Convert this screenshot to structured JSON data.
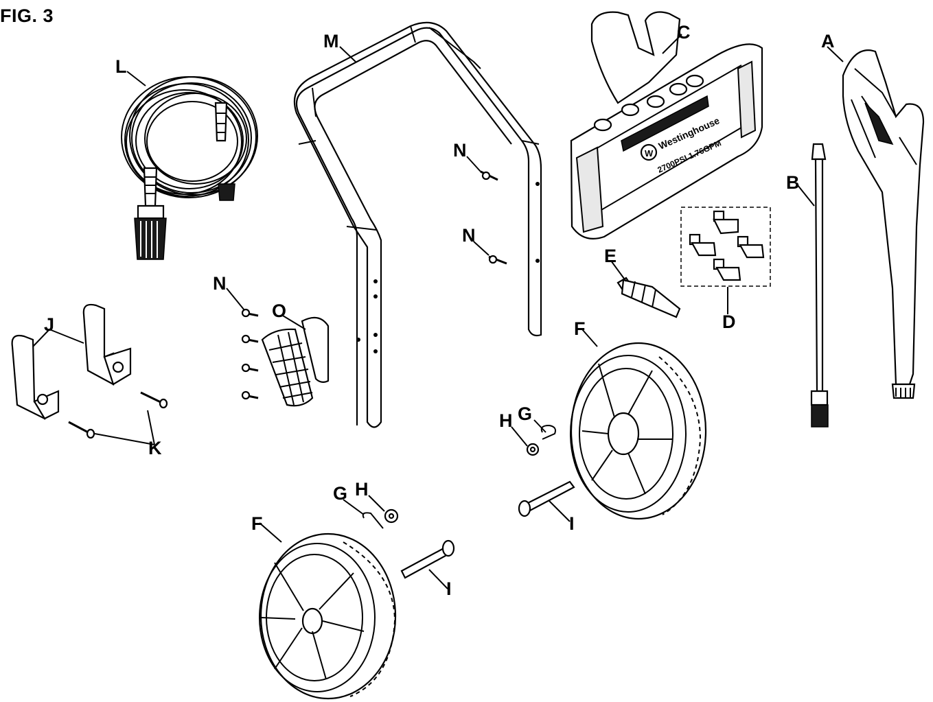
{
  "figure": {
    "title": "FIG. 3",
    "brand_text": "Westinghouse",
    "rating_text": "2700PSI  1.76GPM",
    "logo_letter": "W"
  },
  "callouts": [
    {
      "id": "A",
      "text": "A"
    },
    {
      "id": "B",
      "text": "B"
    },
    {
      "id": "C",
      "text": "C"
    },
    {
      "id": "D",
      "text": "D"
    },
    {
      "id": "E",
      "text": "E"
    },
    {
      "id": "F1",
      "text": "F"
    },
    {
      "id": "F2",
      "text": "F"
    },
    {
      "id": "G1",
      "text": "G"
    },
    {
      "id": "G2",
      "text": "G"
    },
    {
      "id": "H1",
      "text": "H"
    },
    {
      "id": "H2",
      "text": "H"
    },
    {
      "id": "I1",
      "text": "I"
    },
    {
      "id": "I2",
      "text": "I"
    },
    {
      "id": "J",
      "text": "J"
    },
    {
      "id": "K",
      "text": "K"
    },
    {
      "id": "L",
      "text": "L"
    },
    {
      "id": "M",
      "text": "M"
    },
    {
      "id": "N1",
      "text": "N"
    },
    {
      "id": "N2",
      "text": "N"
    },
    {
      "id": "N3",
      "text": "N"
    },
    {
      "id": "O",
      "text": "O"
    }
  ],
  "icons": [
    "spray-gun-icon",
    "lance-icon",
    "nozzle-holder-panel-icon",
    "nozzle-tips-icon",
    "turbo-nozzle-icon",
    "wheel-icon",
    "cotter-pin-icon",
    "washer-icon",
    "axle-icon",
    "hook-bracket-icon",
    "bolt-icon",
    "hose-coil-icon",
    "handle-frame-icon",
    "rivet-icon",
    "detergent-holder-icon"
  ]
}
